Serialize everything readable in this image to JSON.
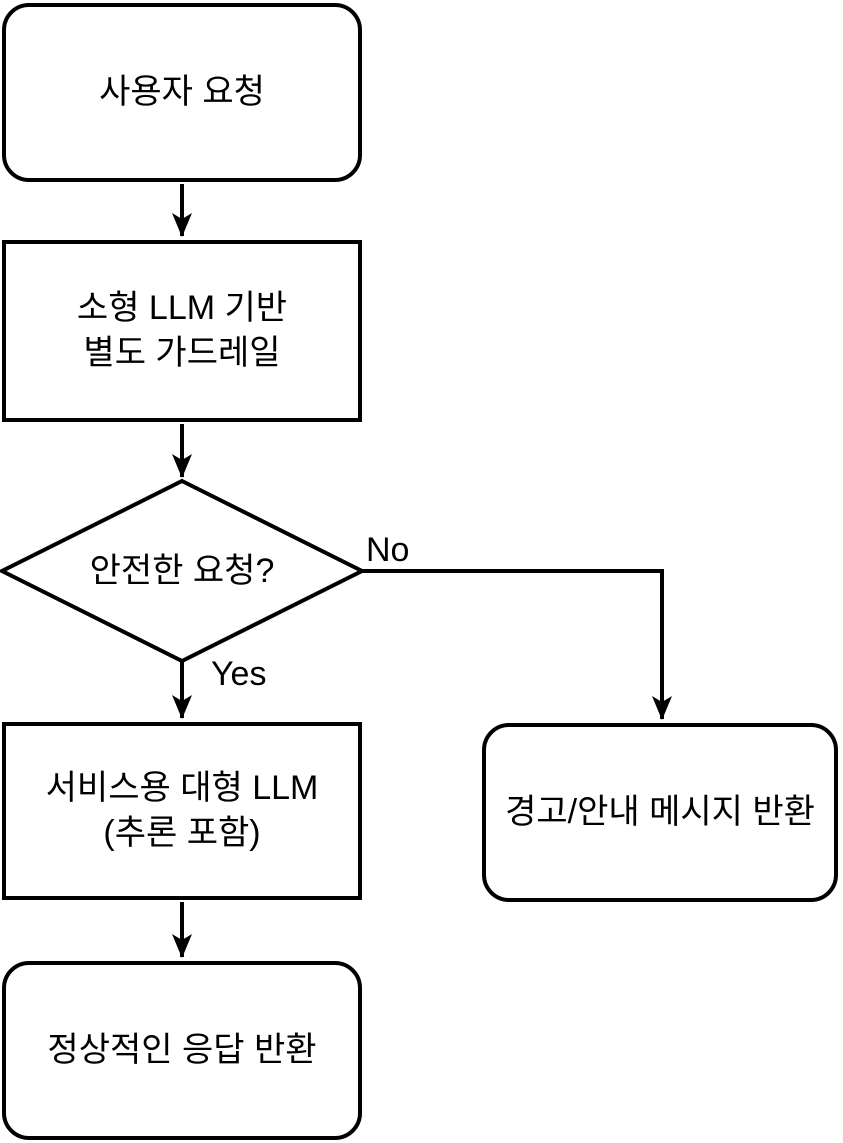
{
  "flowchart": {
    "nodes": {
      "user_request": {
        "label": "사용자 요청",
        "shape": "rounded"
      },
      "guardrail": {
        "label": "소형 LLM 기반\n별도 가드레일",
        "shape": "rect"
      },
      "safe_decision": {
        "label": "안전한 요청?",
        "shape": "diamond"
      },
      "service_llm": {
        "label": "서비스용 대형 LLM\n(추론 포함)",
        "shape": "rect"
      },
      "warning_return": {
        "label": "경고/안내 메시지 반환",
        "shape": "rounded"
      },
      "normal_return": {
        "label": "정상적인 응답 반환",
        "shape": "rounded"
      }
    },
    "edge_labels": {
      "no": "No",
      "yes": "Yes"
    },
    "colors": {
      "stroke": "#000000",
      "node_fill": "#ffffff",
      "background": "#ffffff"
    }
  }
}
